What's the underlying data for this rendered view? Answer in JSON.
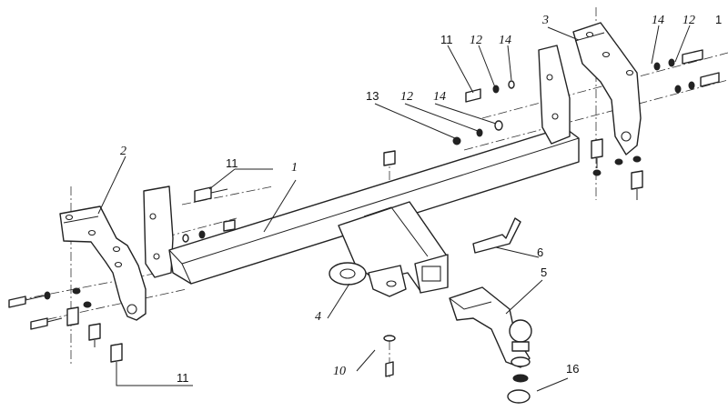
{
  "callouts": {
    "c1": "1",
    "c2": "2",
    "c3": "3",
    "c4": "4",
    "c5": "5",
    "c6": "6",
    "c10": "10",
    "c11_top": "11",
    "c11_mid": "11",
    "c11_bottom": "11",
    "c12_a": "12",
    "c12_b": "12",
    "c12_c": "12",
    "c13": "13",
    "c14_a": "14",
    "c14_b": "14",
    "c14_c": "14",
    "c16": "16",
    "c1_edge": "1"
  }
}
